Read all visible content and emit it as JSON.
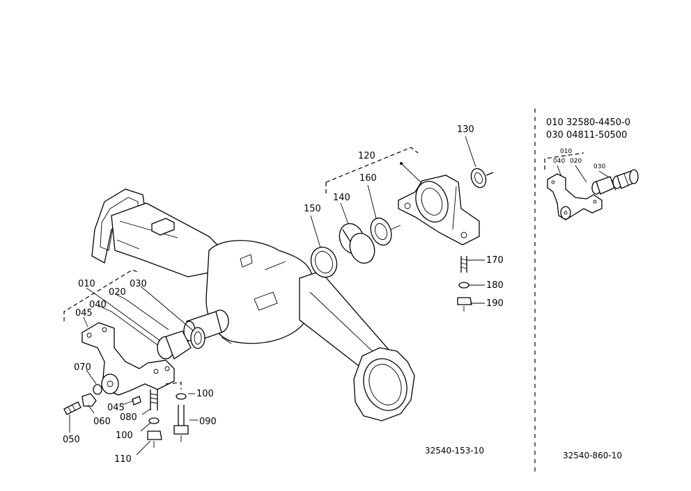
{
  "callouts": {
    "c010": "010",
    "c020": "020",
    "c030": "030",
    "c040": "040",
    "c045a": "045",
    "c045b": "045",
    "c050": "050",
    "c060": "060",
    "c070": "070",
    "c080": "080",
    "c090": "090",
    "c100a": "100",
    "c100b": "100",
    "c110": "110",
    "c120": "120",
    "c130": "130",
    "c140": "140",
    "c150": "150",
    "c160": "160",
    "c170": "170",
    "c180": "180",
    "c190": "190"
  },
  "inset": {
    "partno_010": "010 32580-4450-0",
    "partno_030": "030 04811-50500",
    "label_010": "010",
    "label_040": "040",
    "label_020": "020",
    "label_030": "030"
  },
  "figure_numbers": {
    "main": "32540-153-10",
    "inset": "32540-860-10"
  }
}
